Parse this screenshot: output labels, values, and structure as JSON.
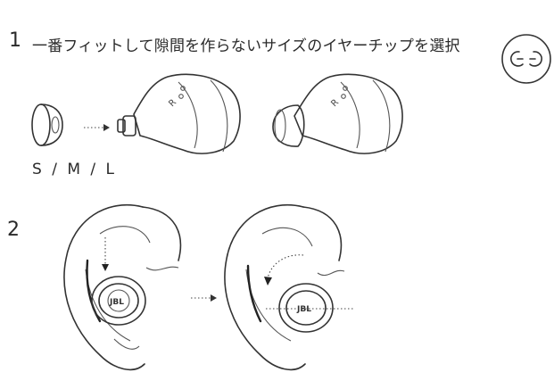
{
  "step1": {
    "number": "1",
    "instruction": "一番フィットして隙間を作らないサイズのイヤーチップを選択",
    "sizes": "S / M / L"
  },
  "step2": {
    "number": "2"
  },
  "logo_text": "JBL",
  "icons": [
    "earbuds-pair-icon"
  ]
}
